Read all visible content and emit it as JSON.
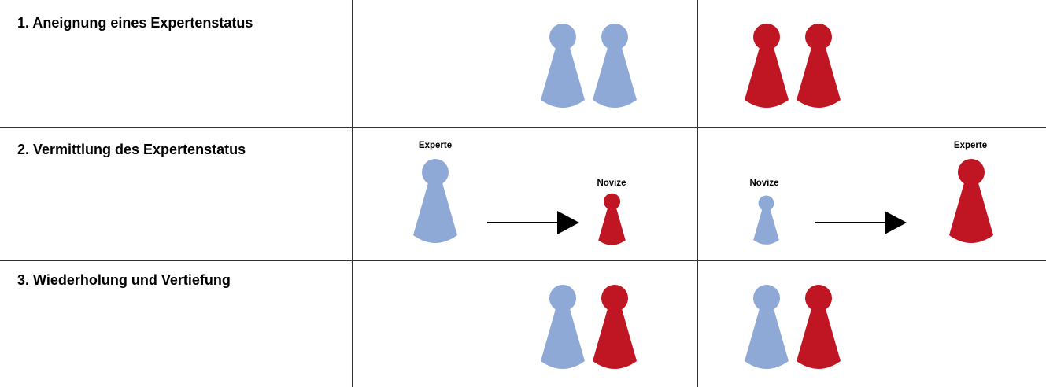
{
  "rows": [
    {
      "title": "1. Aneignung eines Expertenstatus"
    },
    {
      "title": "2. Vermittlung des Expertenstatus",
      "left": {
        "expert_label": "Experte",
        "novice_label": "Novize"
      },
      "right": {
        "novice_label": "Novize",
        "expert_label": "Experte"
      }
    },
    {
      "title": "3. Wiederholung und Vertiefung"
    }
  ],
  "colors": {
    "blue": "#8fa9d7",
    "red": "#c01624",
    "grid": "#333333"
  }
}
